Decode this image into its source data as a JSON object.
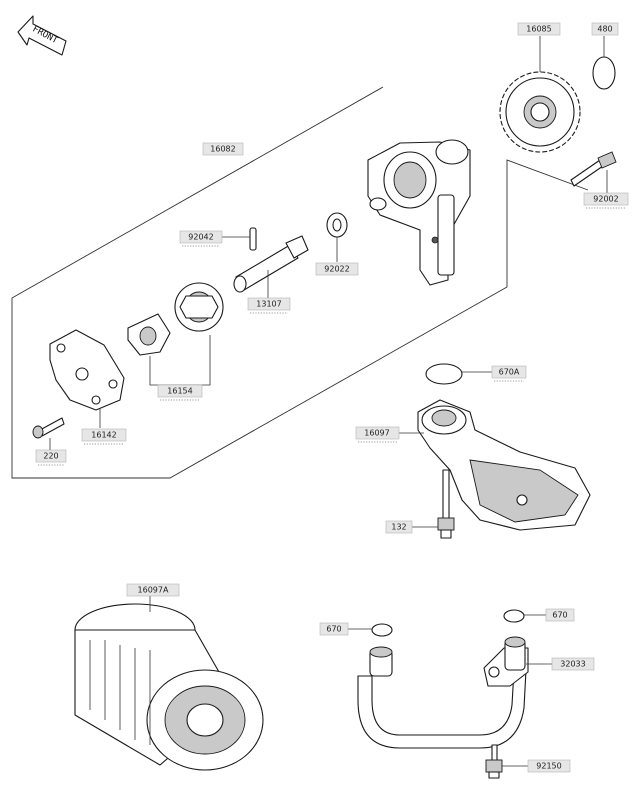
{
  "diagram": {
    "front_marker": "FRONT",
    "labels": {
      "p16085": "16085",
      "p480": "480",
      "p16082": "16082",
      "p92042": "92042",
      "p92022": "92022",
      "p13107": "13107",
      "p16154": "16154",
      "p16142": "16142",
      "p220": "220",
      "p92002": "92002",
      "p670A": "670A",
      "p16097": "16097",
      "p132": "132",
      "p16097A": "16097A",
      "p670_left": "670",
      "p670_right": "670",
      "p32033": "32033",
      "p92150": "92150"
    }
  }
}
